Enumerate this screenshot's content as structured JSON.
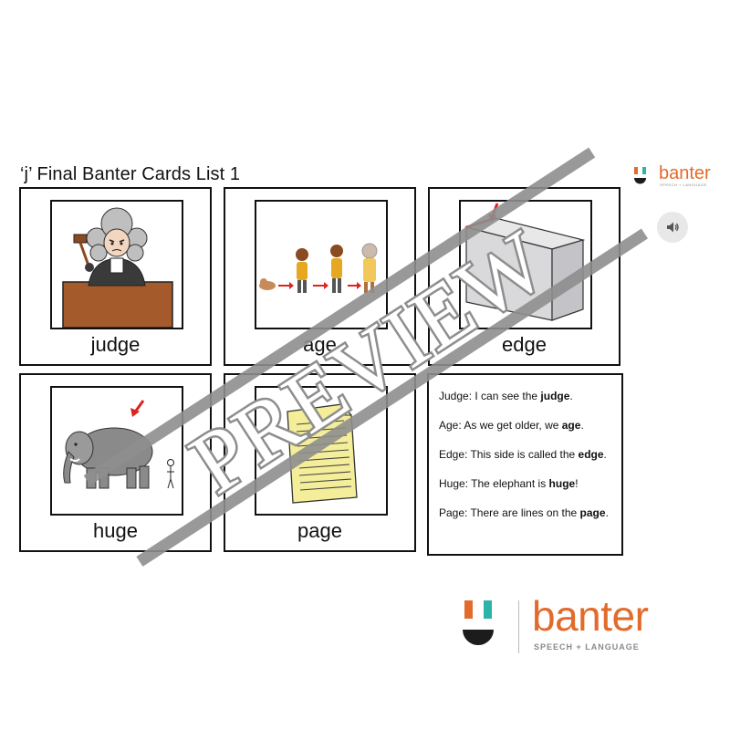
{
  "title": "‘j’ Final Banter Cards List 1",
  "brand": {
    "name": "banter",
    "tagline": "SPEECH + LANGUAGE",
    "colors": {
      "orange": "#e26b2c",
      "teal": "#2db3a8",
      "dark": "#1c1c1c"
    }
  },
  "sound_button": {
    "icon": "speaker-icon"
  },
  "cards": [
    {
      "word": "judge",
      "icon": "judge-icon"
    },
    {
      "word": "age",
      "icon": "aging-sequence-icon"
    },
    {
      "word": "edge",
      "icon": "cube-edge-icon"
    },
    {
      "word": "huge",
      "icon": "elephant-icon"
    },
    {
      "word": "page",
      "icon": "paper-page-icon"
    }
  ],
  "sentences": [
    {
      "prefix": "Judge: I can see the ",
      "keyword": "judge",
      "suffix": "."
    },
    {
      "prefix": "Age: As we get older, we ",
      "keyword": "age",
      "suffix": "."
    },
    {
      "prefix": "Edge: This side is called the ",
      "keyword": "edge",
      "suffix": "."
    },
    {
      "prefix": "Huge: The elephant is ",
      "keyword": "huge",
      "suffix": "!"
    },
    {
      "prefix": "Page: There are lines on the ",
      "keyword": "page",
      "suffix": "."
    }
  ],
  "watermark": "PREVIEW"
}
